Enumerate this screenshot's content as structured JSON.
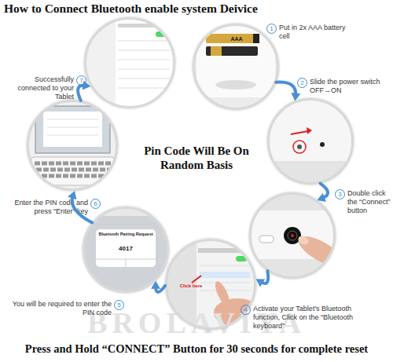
{
  "diagram": {
    "title": "How to Connect Bluetooth enable system Deivice",
    "caption": "Press and Hold “CONNECT” Button for 30 seconds for complete reset",
    "nodes": [
      {
        "text": [
          "1",
          "Put in 2x AAA battery cell"
        ]
      },
      {
        "text": [
          "2",
          "Slide the power switch OFF→ON"
        ]
      },
      {
        "text": [
          "3",
          "Double click the “Connect” button"
        ]
      },
      {
        "text": [
          "4",
          "Activate your Tablet's Bluetooth function, Click on the “Bluetooth keyboard”"
        ]
      },
      {
        "text": [
          "5",
          "You will be required to enter the PIN code"
        ]
      },
      {
        "text": [
          "6",
          "Enter the PIN code and press “Enter” key"
        ]
      },
      {
        "text": [
          "7",
          "Successfully connected to your Tablet"
        ]
      }
    ],
    "edges": [
      {
        "from": 0,
        "to": 1,
        "arrow": "to"
      },
      {
        "from": 1,
        "to": 2,
        "arrow": "to"
      },
      {
        "from": 2,
        "to": 3,
        "arrow": "to"
      },
      {
        "from": 3,
        "to": 4,
        "arrow": "to"
      },
      {
        "from": 4,
        "to": 5,
        "arrow": "to"
      },
      {
        "from": 5,
        "to": 6,
        "arrow": "to"
      }
    ],
    "labels": [
      "Pin Code Will Be On Random Basis",
      "AAA",
      "Click here",
      "Bluetooth Pairing Request",
      "4017",
      "BROLAVIYA"
    ]
  }
}
